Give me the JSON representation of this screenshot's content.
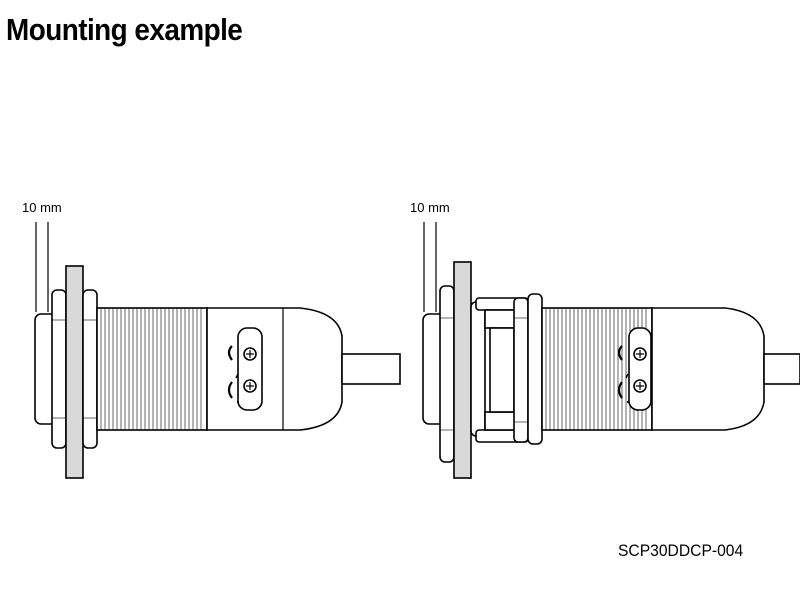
{
  "title": "Mounting example",
  "dimension_label_left": "10 mm",
  "dimension_label_right": "10 mm",
  "drawing_code": "SCP30DDCP-004"
}
